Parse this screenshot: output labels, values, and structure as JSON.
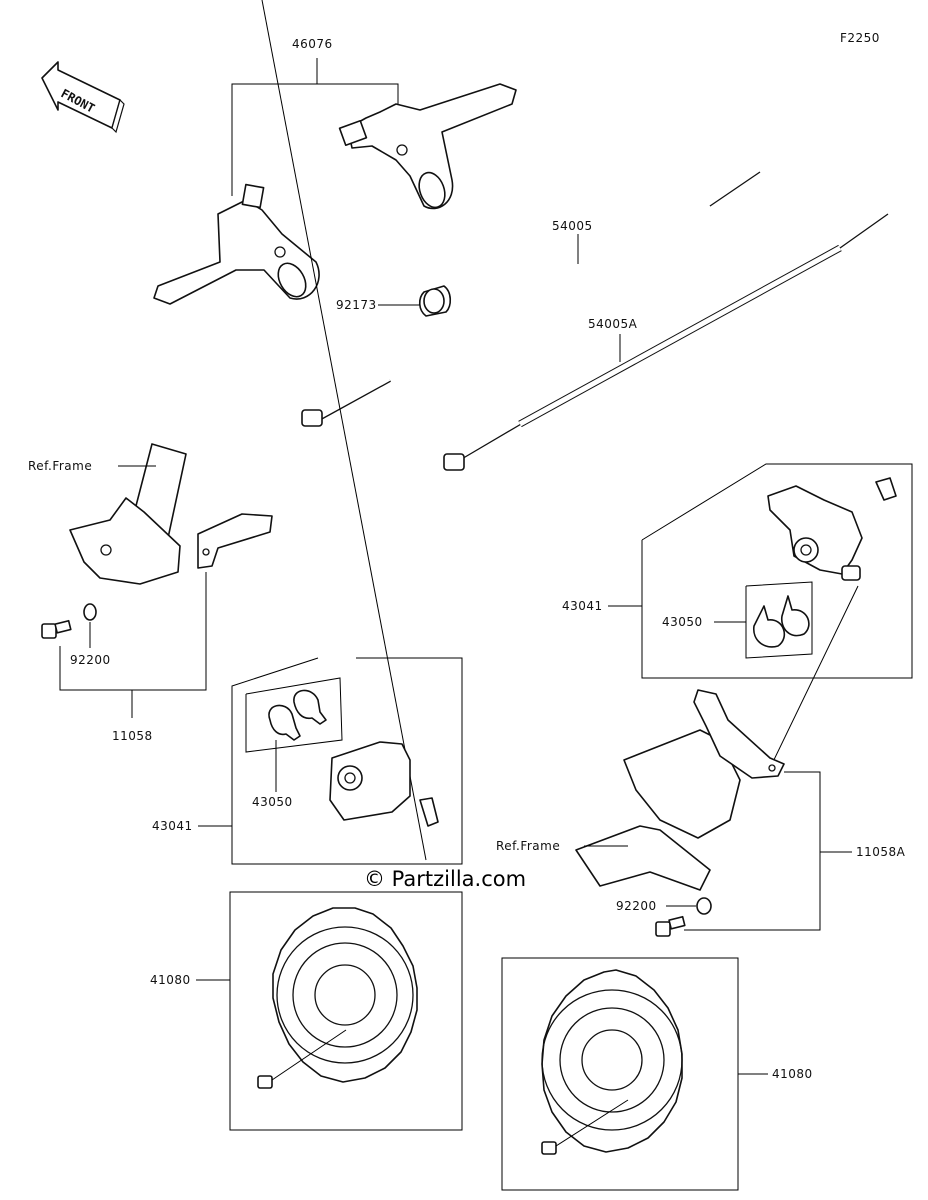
{
  "diagram_code": "F2250",
  "front_label": "FRONT",
  "watermark": "© Partzilla.com",
  "labels": {
    "lever_set": "46076",
    "clamp": "92173",
    "cable": "54005",
    "cable_alt": "54005A",
    "ref_frame_left": "Ref.Frame",
    "ref_frame_right": "Ref.Frame",
    "washer_left": "92200",
    "washer_right": "92200",
    "bracket_left": "11058",
    "bracket_right": "11058A",
    "caliper_left": "43041",
    "caliper_right": "43041",
    "pads_left": "43050",
    "pads_right": "43050",
    "disc_left": "41080",
    "disc_right": "41080"
  }
}
